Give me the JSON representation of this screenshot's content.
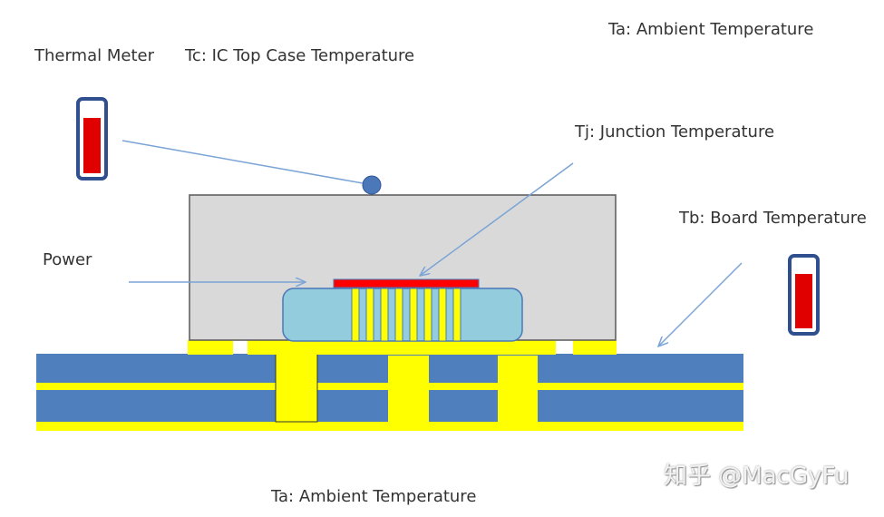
{
  "labels": {
    "ta_top": "Ta: Ambient Temperature",
    "thermal_meter": "Thermal Meter",
    "tc": "Tc: IC Top Case Temperature",
    "tj": "Tj: Junction Temperature",
    "tb": "Tb: Board Temperature",
    "power": "Power",
    "ta_bottom": "Ta: Ambient Temperature"
  },
  "watermark": "知乎 @MacGyFu",
  "colors": {
    "board_blue": "#4f7fbd",
    "copper_yellow": "#ffff00",
    "package_gray": "#d9d9d9",
    "die_light_blue": "#93cddd",
    "junction_red": "#ff0000",
    "meter_red": "#e00000",
    "arrow_blue": "#7aa4d6",
    "probe_blue": "#4a78b8"
  }
}
